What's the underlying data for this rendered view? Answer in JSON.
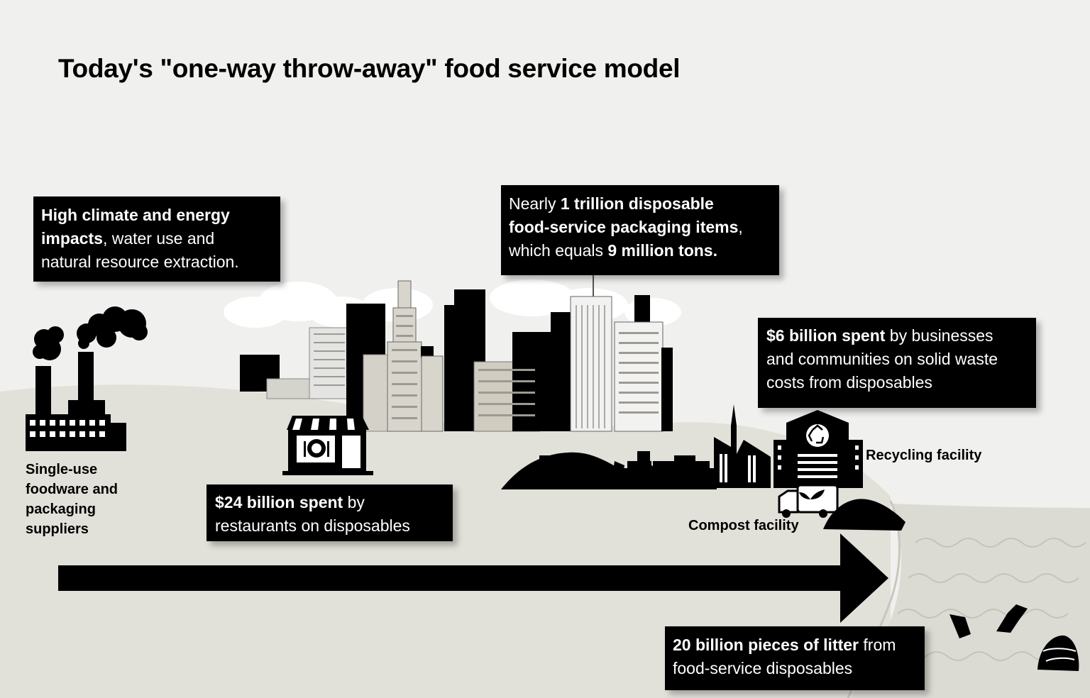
{
  "title": "Today's \"one-way throw-away\" food service model",
  "colors": {
    "background": "#f0f0ee",
    "land": "#e2e1d9",
    "water": "#dcdbd3",
    "ink": "#000000",
    "callout_bg": "#000000",
    "callout_text": "#ffffff"
  },
  "callouts": {
    "climate": {
      "lines": [
        [
          {
            "t": "High climate and energy",
            "b": true
          }
        ],
        [
          {
            "t": "impacts",
            "b": true
          },
          {
            "t": ", water use and",
            "b": false
          }
        ],
        [
          {
            "t": "natural resource extraction.",
            "b": false
          }
        ]
      ]
    },
    "packaging_items": {
      "lines": [
        [
          {
            "t": "Nearly ",
            "b": false
          },
          {
            "t": "1 trillion disposable",
            "b": true
          }
        ],
        [
          {
            "t": "food-service packaging items",
            "b": true
          },
          {
            "t": ",",
            "b": false
          }
        ],
        [
          {
            "t": "which equals ",
            "b": false
          },
          {
            "t": "9 million tons.",
            "b": true
          }
        ]
      ]
    },
    "waste_costs": {
      "lines": [
        [
          {
            "t": "$6 billion spent",
            "b": true
          },
          {
            "t": " by businesses",
            "b": false
          }
        ],
        [
          {
            "t": "and communities on solid waste",
            "b": false
          }
        ],
        [
          {
            "t": "costs from disposables",
            "b": false
          }
        ]
      ]
    },
    "restaurants": {
      "lines": [
        [
          {
            "t": "$24 billion spent",
            "b": true
          },
          {
            "t": " by",
            "b": false
          }
        ],
        [
          {
            "t": "restaurants on disposables",
            "b": false
          }
        ]
      ]
    },
    "litter": {
      "lines": [
        [
          {
            "t": "20 billion pieces of litter",
            "b": true
          },
          {
            "t": " from",
            "b": false
          }
        ],
        [
          {
            "t": "food-service disposables",
            "b": false
          }
        ]
      ]
    }
  },
  "labels": {
    "suppliers": [
      "Single-use",
      "foodware and",
      "packaging",
      "suppliers"
    ],
    "recycling": "Recycling facility",
    "compost": "Compost facility"
  },
  "icons": [
    "factory-icon",
    "smoke-cloud-icon",
    "city-skyline-icon",
    "restaurant-icon",
    "fork-knife-plate-icon",
    "landfill-icon",
    "bulldozer-icon",
    "recycling-facility-icon",
    "recycle-symbol-icon",
    "garbage-truck-icon",
    "compost-pile-icon",
    "litter-cup-icon",
    "litter-container-icon",
    "flow-arrow-icon",
    "ocean-waves-icon"
  ]
}
